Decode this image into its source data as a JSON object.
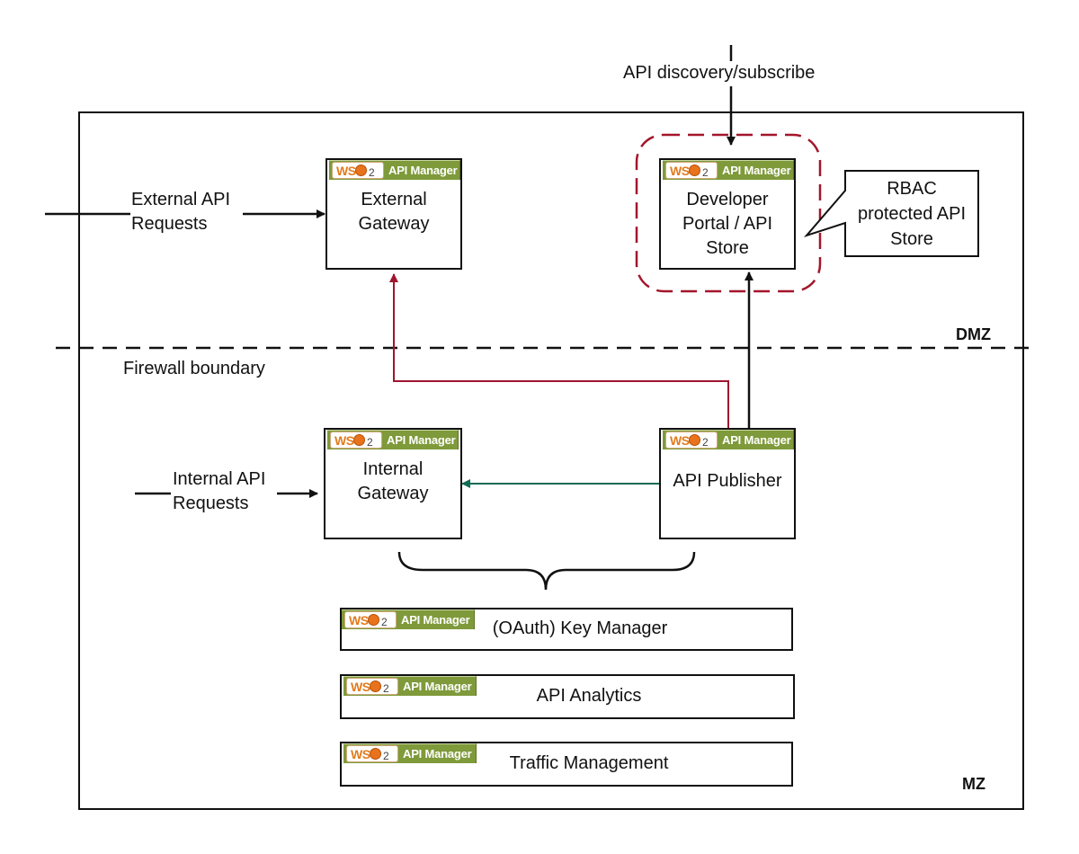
{
  "badge": {
    "logo_text": "WSO2",
    "product": "API Manager"
  },
  "texts": {
    "api_discovery": "API discovery/subscribe",
    "external_requests": "External API\nRequests",
    "internal_requests": "Internal API\nRequests",
    "firewall": "Firewall boundary"
  },
  "zones": {
    "dmz": "DMZ",
    "mz": "MZ"
  },
  "components": {
    "external_gateway": "External\nGateway",
    "developer_portal": "Developer\nPortal / API\nStore",
    "internal_gateway": "Internal\nGateway",
    "api_publisher": "API Publisher",
    "key_manager": "(OAuth) Key Manager",
    "analytics": "API Analytics",
    "traffic": "Traffic Management"
  },
  "callout": "RBAC\nprotected API\nStore",
  "colors": {
    "red_link": "#a0152f",
    "green_link": "#126b55",
    "badge": "#7f9a3a",
    "dashed_outline": "#a3152a"
  }
}
